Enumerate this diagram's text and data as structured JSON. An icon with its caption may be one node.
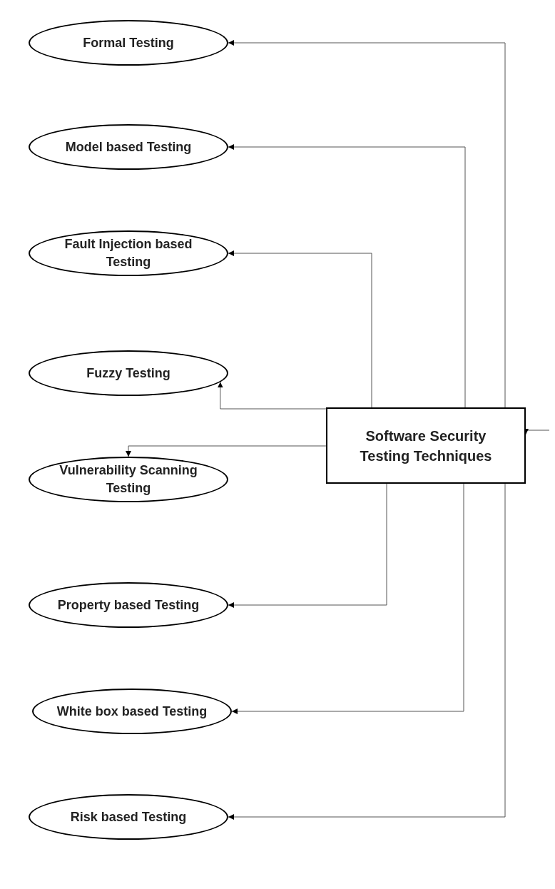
{
  "diagram": {
    "nodes": [
      {
        "text": [
          "Formal Testing"
        ]
      },
      {
        "text": [
          "Model based Testing"
        ]
      },
      {
        "text": [
          "Fault Injection based Testing"
        ]
      },
      {
        "text": [
          "Fuzzy Testing"
        ]
      },
      {
        "text": [
          "Vulnerability Scanning Testing"
        ]
      },
      {
        "text": [
          "Property based Testing"
        ]
      },
      {
        "text": [
          "White box based Testing"
        ]
      },
      {
        "text": [
          "Risk based Testing"
        ]
      },
      {
        "text": [
          "Software Security Testing Techniques"
        ]
      }
    ],
    "edges": [
      {
        "from": 8,
        "to": 0,
        "arrow": "to"
      },
      {
        "from": 8,
        "to": 1,
        "arrow": "to"
      },
      {
        "from": 8,
        "to": 2,
        "arrow": "to"
      },
      {
        "from": 8,
        "to": 3,
        "arrow": "to"
      },
      {
        "from": 8,
        "to": 4,
        "arrow": "to"
      },
      {
        "from": 8,
        "to": 5,
        "arrow": "to"
      },
      {
        "from": 8,
        "to": 6,
        "arrow": "to"
      },
      {
        "from": 8,
        "to": 7,
        "arrow": "to"
      },
      {
        "from": null,
        "to": 8,
        "arrow": "to"
      }
    ]
  }
}
